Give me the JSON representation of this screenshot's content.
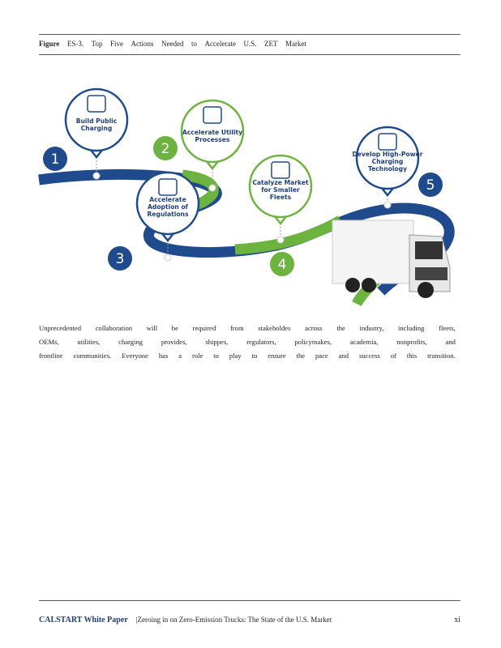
{
  "caption": {
    "label": "Figure",
    "number": "ES-3.",
    "words": [
      "Top",
      "Five",
      "Actions",
      "Needed",
      "to",
      "Accelerate",
      "U.S.",
      "ZET",
      "Market"
    ]
  },
  "infographic": {
    "colors": {
      "navy": "#1f4a8c",
      "green": "#6db33f"
    },
    "steps": [
      {
        "number": "1",
        "lines": [
          "Build Public",
          "Charging"
        ],
        "icon": "charging-station-icon"
      },
      {
        "number": "2",
        "lines": [
          "Accelerate Utility",
          "Processes"
        ],
        "icon": "power-tower-icon"
      },
      {
        "number": "3",
        "lines": [
          "Accelerate",
          "Adoption of",
          "Regulations"
        ],
        "icon": "document-icon"
      },
      {
        "number": "4",
        "lines": [
          "Catalyze Market",
          "for Smaller",
          "Fleets"
        ],
        "icon": "handshake-icon"
      },
      {
        "number": "5",
        "lines": [
          "Develop High-Power",
          "Charging",
          "Technology"
        ],
        "icon": "battery-plug-icon"
      }
    ]
  },
  "paragraph": {
    "lines": [
      [
        "Unprecedented",
        "collaboration",
        "will",
        "be",
        "required",
        "from",
        "stakeholdes",
        "across",
        "the",
        "industry,",
        "including",
        "fleets,"
      ],
      [
        "OEMs,",
        "utilities,",
        "charging",
        "provides,",
        "shippes,",
        "regulators,",
        "policymakes,",
        "academia,",
        "nonprofits,",
        "and"
      ],
      [
        "frontline",
        "communities.",
        "Everyone",
        "has",
        "a",
        "role",
        "to",
        "play",
        "to",
        "ensure",
        "the",
        "pace",
        "and",
        "success",
        "of",
        "this",
        "transition."
      ]
    ]
  },
  "footer": {
    "brand": "CALSTART White Paper",
    "title": "|Zeroing in on Zero-Emission Trucks: The State of the U.S. Market",
    "page": "xi"
  }
}
